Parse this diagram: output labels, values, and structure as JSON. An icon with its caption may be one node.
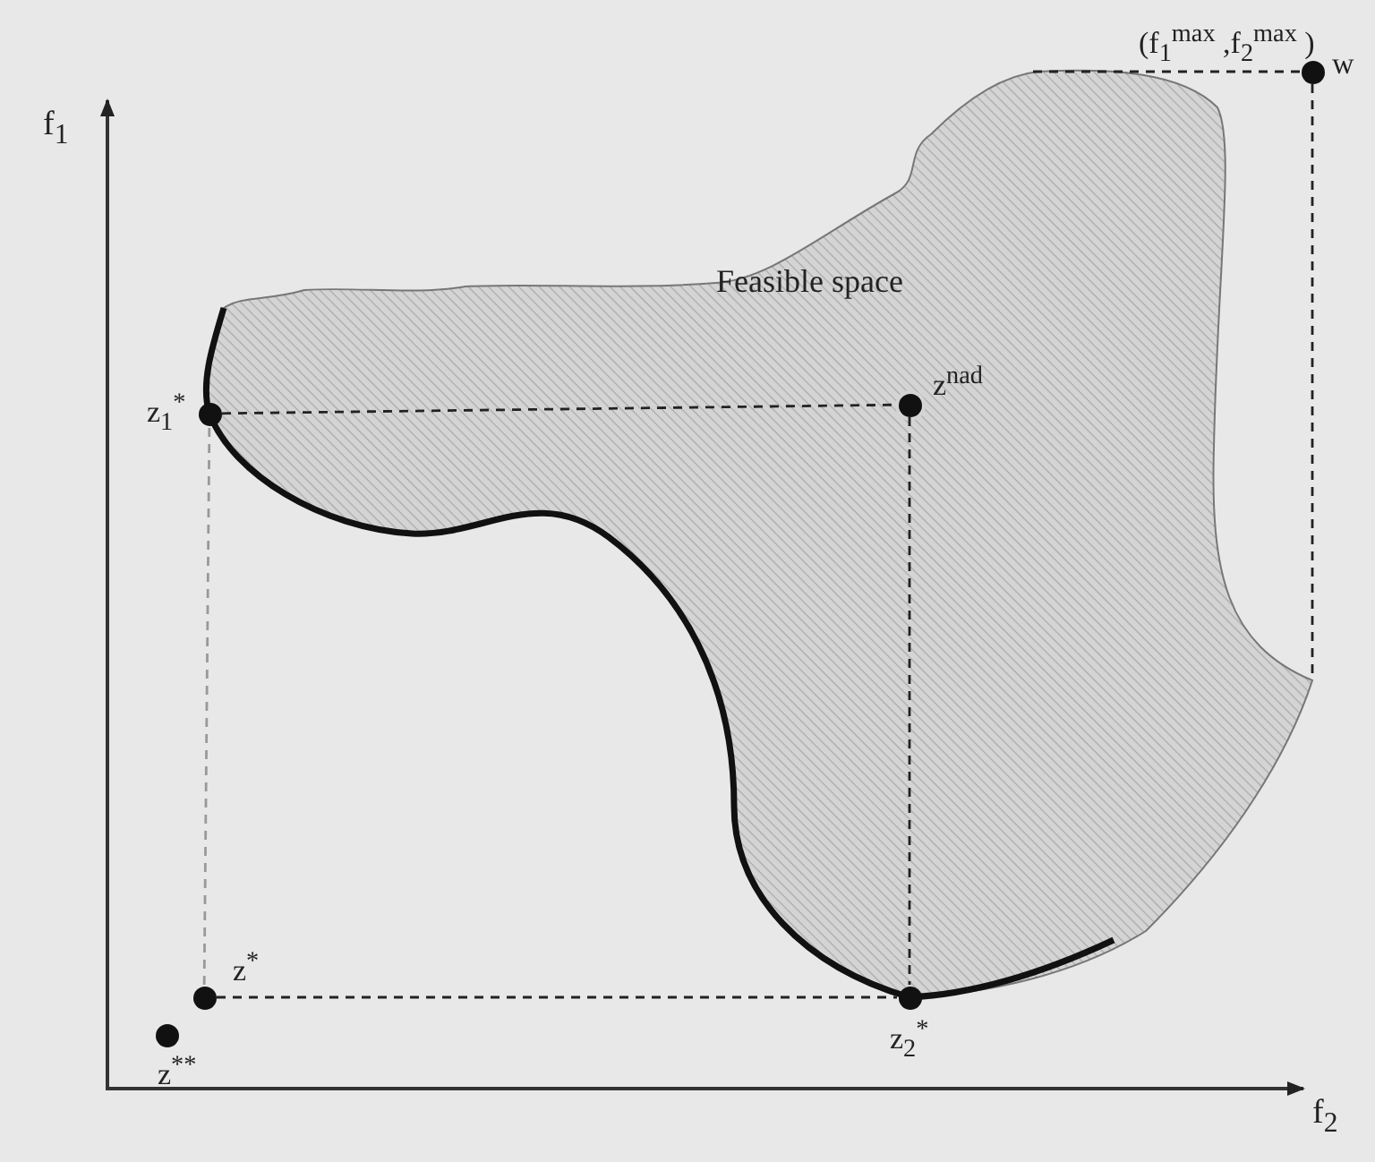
{
  "diagram": {
    "nodes": [
      {
        "text": [
          "Feasible space"
        ]
      },
      {
        "text": [],
        "shape": "circle",
        "beside": [
          "z$_{1}$$^{*}$"
        ]
      },
      {
        "text": [],
        "shape": "circle",
        "beside": [
          "z$^{nad}$"
        ],
        "in": 0
      },
      {
        "text": [],
        "shape": "circle",
        "beside": [
          "(f$_{1}$$^{max}$ ,f$_{2}$$^{max}$ )",
          "w"
        ]
      },
      {
        "text": [],
        "shape": "circle",
        "beside": [
          "z$^{*}$"
        ]
      },
      {
        "text": [],
        "shape": "circle",
        "beside": [
          "z$^{**}$"
        ]
      },
      {
        "text": [],
        "shape": "circle",
        "beside": [
          "z$_{2}$$^{*}$"
        ]
      }
    ],
    "edges": [
      {
        "from": 1,
        "to": 2,
        "arrow": "none",
        "style": "dashed"
      },
      {
        "from": 2,
        "to": 6,
        "arrow": "none",
        "style": "dashed"
      },
      {
        "from": 4,
        "to": 1,
        "arrow": "none",
        "style": "dashed",
        "color": "#999999"
      },
      {
        "from": 4,
        "to": 6,
        "arrow": "none",
        "style": "dashed"
      },
      {
        "from": 3,
        "to": 0,
        "arrow": "none",
        "style": "dashed"
      },
      {
        "from": 3,
        "to": 0,
        "arrow": "none",
        "style": "dashed"
      }
    ],
    "labels": [
      "f$_{1}$",
      "f$_{2}$"
    ]
  }
}
